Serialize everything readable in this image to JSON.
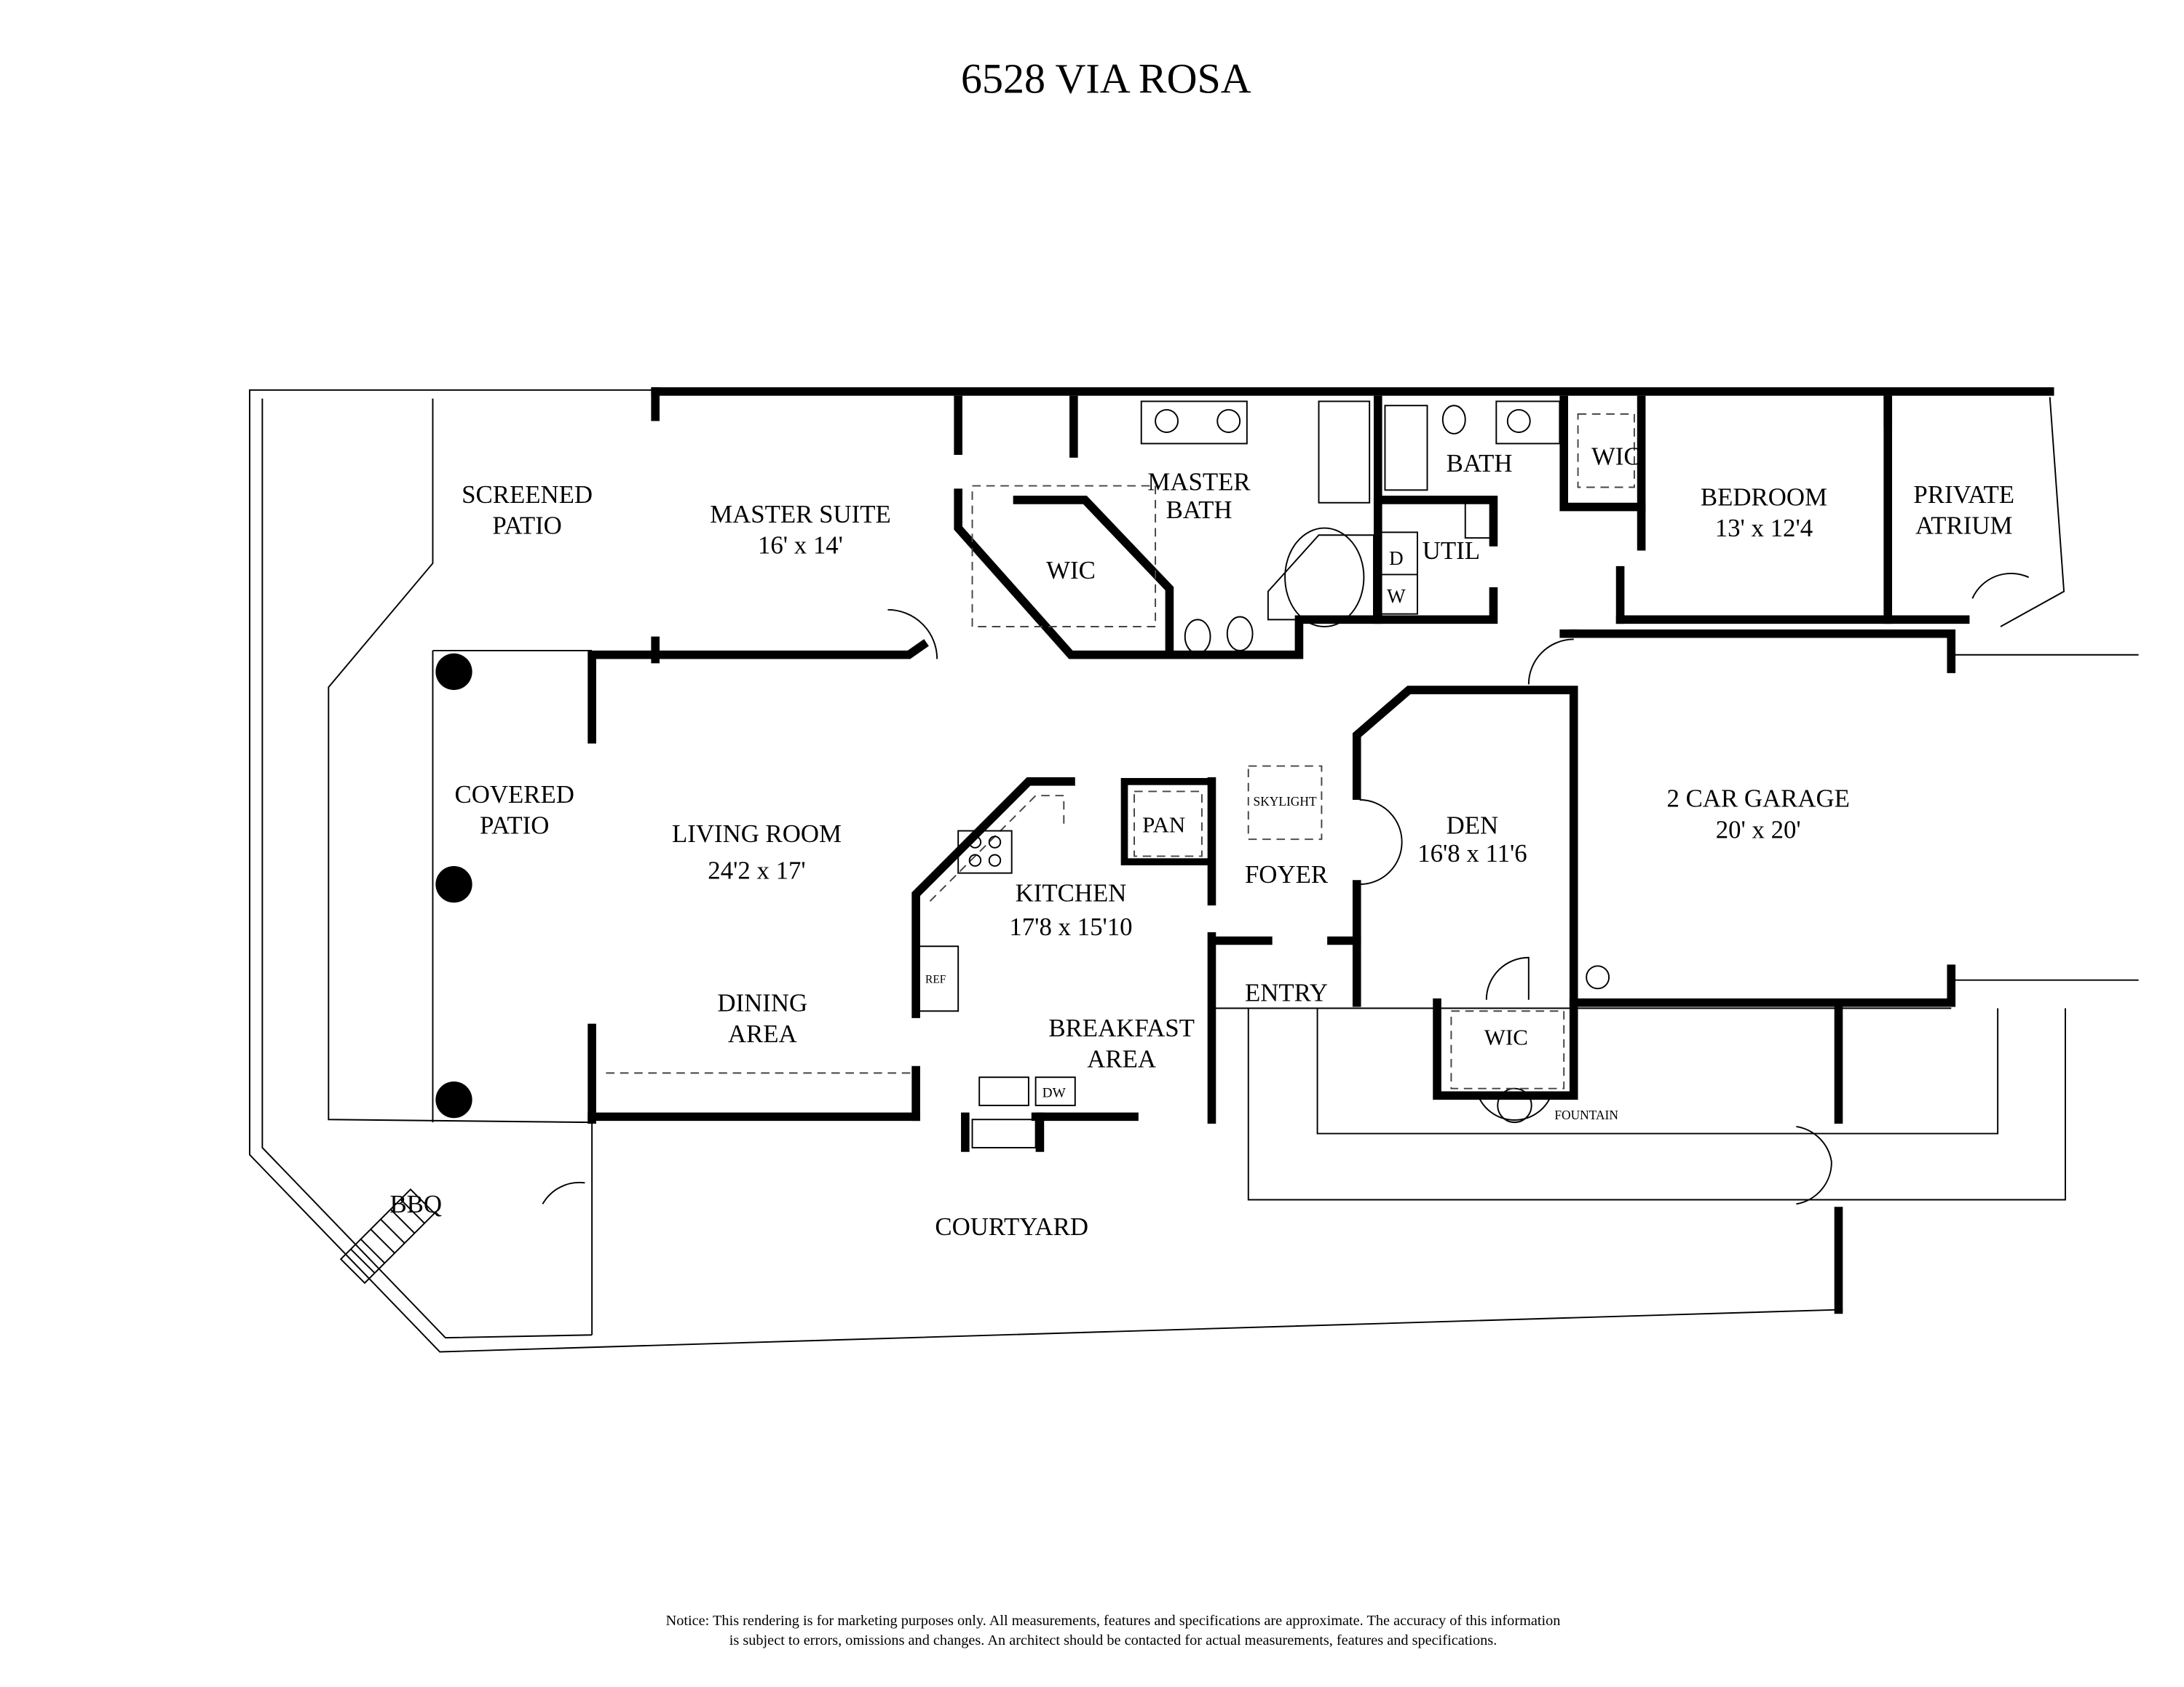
{
  "title": "6528 VIA ROSA",
  "rooms": {
    "screened_patio": [
      "SCREENED",
      "PATIO"
    ],
    "master_suite": {
      "name": "MASTER SUITE",
      "size": "16' x 14'"
    },
    "master_wic": "WIC",
    "master_bath": [
      "MASTER",
      "BATH"
    ],
    "bath": "BATH",
    "util": "UTIL",
    "dryer": "D",
    "washer": "W",
    "bedroom_wic": "WIC",
    "bedroom": {
      "name": "BEDROOM",
      "size": "13' x 12'4"
    },
    "private_atrium": [
      "PRIVATE",
      "ATRIUM"
    ],
    "covered_patio": [
      "COVERED",
      "PATIO"
    ],
    "living_room": {
      "name": "LIVING ROOM",
      "size": "24'2 x 17'"
    },
    "dining_area": [
      "DINING",
      "AREA"
    ],
    "kitchen": {
      "name": "KITCHEN",
      "size": "17'8 x 15'10"
    },
    "pantry": "PAN",
    "refrigerator": "REF",
    "dishwasher": "DW",
    "breakfast_area": [
      "BREAKFAST",
      "AREA"
    ],
    "skylight": "SKYLIGHT",
    "foyer": "FOYER",
    "entry": "ENTRY",
    "den": {
      "name": "DEN",
      "size": "16'8 x 11'6"
    },
    "den_wic": "WIC",
    "garage": {
      "name": "2 CAR GARAGE",
      "size": "20' x 20'"
    },
    "fountain": "FOUNTAIN",
    "bbq": "BBQ",
    "courtyard": "COURTYARD"
  },
  "notice": [
    "Notice: This rendering is for marketing purposes only. All measurements, features and specifications are approximate. The accuracy of this information",
    "is subject to errors, omissions and changes. An architect should be contacted for actual measurements, features and specifications."
  ]
}
